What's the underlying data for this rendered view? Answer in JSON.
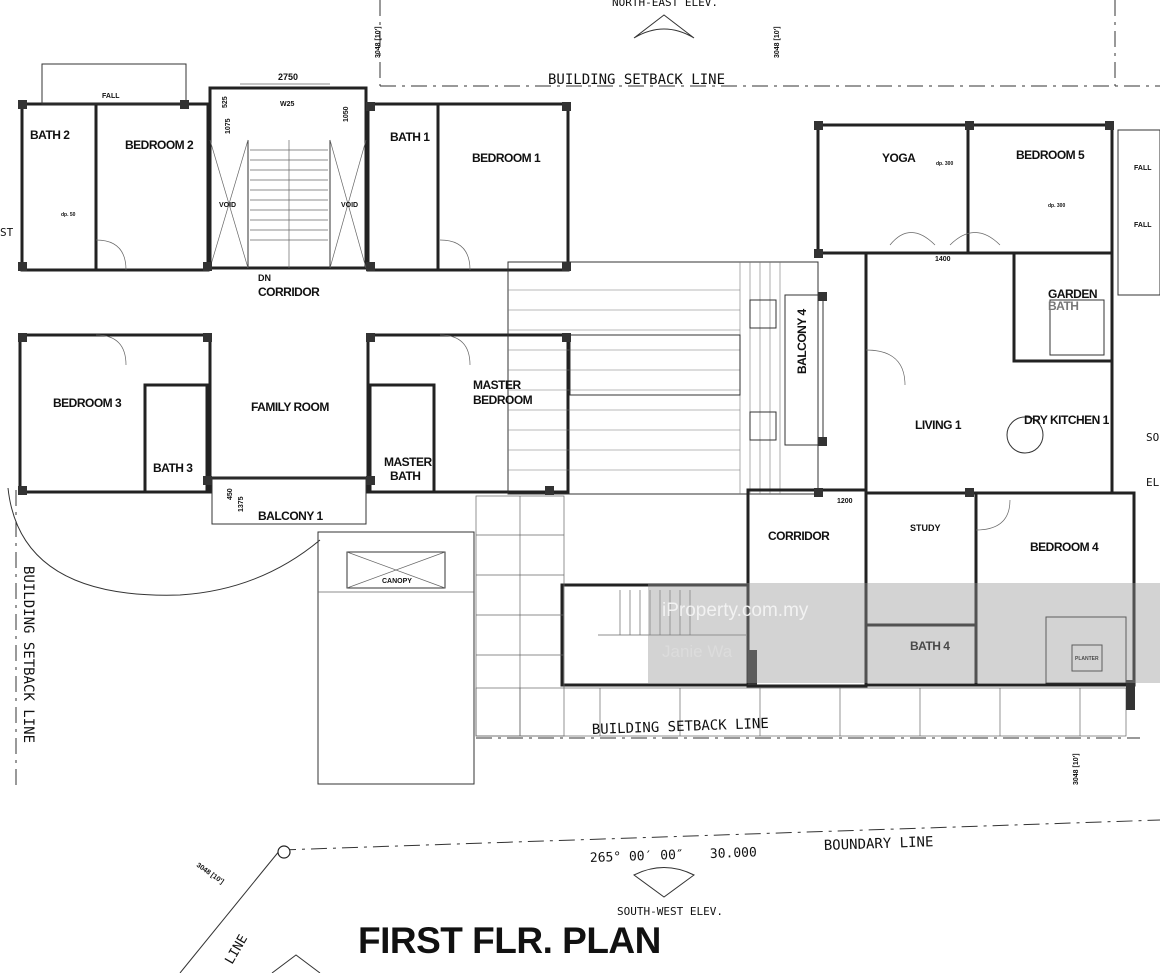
{
  "title": "FIRST FLR. PLAN",
  "rooms": {
    "bath2": "BATH 2",
    "bedroom2": "BEDROOM 2",
    "bath1": "BATH 1",
    "bedroom1": "BEDROOM 1",
    "yoga": "YOGA",
    "bedroom5": "BEDROOM 5",
    "void_left": "VOID",
    "void_right": "VOID",
    "corridor_top": "CORRIDOR",
    "dn": "DN",
    "garden_bath": "GARDEN",
    "garden_bath2": "BATH",
    "bedroom3": "BEDROOM 3",
    "family_room": "FAMILY ROOM",
    "master_bedroom": "MASTER",
    "master_bedroom2": "BEDROOM",
    "balcony4": "BALCONY 4",
    "living1": "LIVING 1",
    "dry_kitchen1": "DRY KITCHEN 1",
    "bath3": "BATH 3",
    "master_bath": "MASTER",
    "master_bath2": "BATH",
    "balcony1": "BALCONY 1",
    "corridor_bottom": "CORRIDOR",
    "study": "STUDY",
    "bedroom4": "BEDROOM 4",
    "bath4": "BATH 4",
    "canopy": "CANOPY",
    "planter": "PLANTER"
  },
  "dimensions": {
    "d2750": "2750",
    "w25": "W25",
    "d525": "525",
    "d1075": "1075",
    "d1050": "1050",
    "d1400": "1400",
    "d1200": "1200",
    "d450": "450",
    "d1375": "1375",
    "setback_top_left": "3048 [10']",
    "setback_top_right": "3048 [10']",
    "setback_bottom_right": "3048 [10']",
    "setback_bottom_left": "3048 [10']",
    "dp50": "dp. 50",
    "dp300a": "dp. 300",
    "dp300b": "dp. 300"
  },
  "lines": {
    "setback_top": "BUILDING SETBACK LINE",
    "setback_left": "BUILDING SETBACK LINE",
    "setback_bottom": "BUILDING SETBACK LINE",
    "boundary": "BOUNDARY LINE",
    "bearing": "265° 00′ 00″",
    "distance": "30.000",
    "fall": "FALL"
  },
  "elevations": {
    "north_east": "NORTH-EAST ELEV.",
    "south_west": "SOUTH-WEST ELEV.",
    "south_east_a": "SO",
    "south_east_b": "EL",
    "left_cut": "ST",
    "bottom_line": "LINE"
  },
  "watermark": {
    "site": "iProperty.com.my",
    "agent": "Janie Wa"
  }
}
